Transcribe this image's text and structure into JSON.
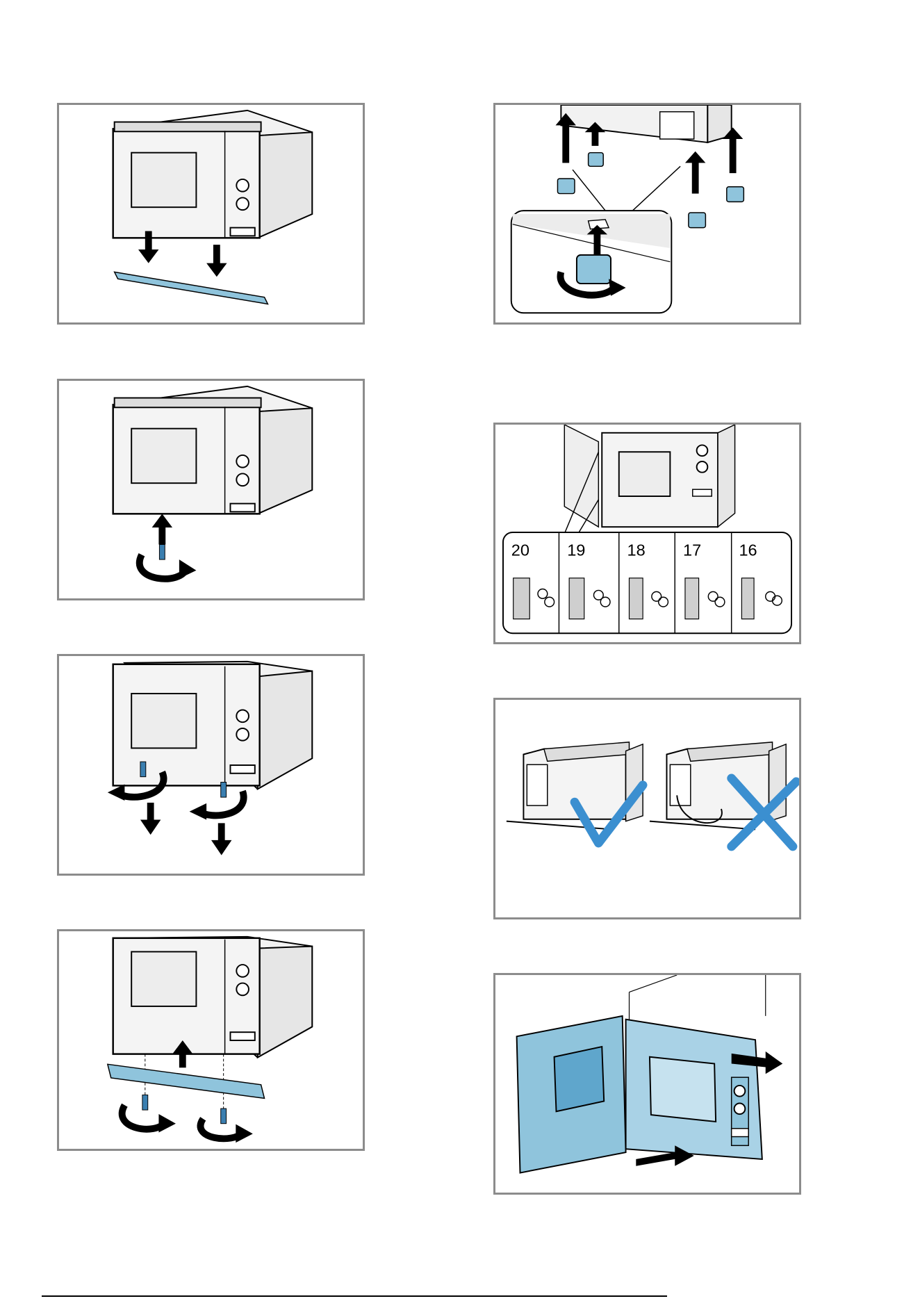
{
  "page": {
    "background": "#ffffff"
  },
  "colors": {
    "accent": "#8fc4dc",
    "accent_dark": "#3b7fb0",
    "frame": "#8c8c8c",
    "check": "#3b8fd0"
  },
  "icons": [
    "microwave-illustration",
    "arrow-down-icon",
    "arrow-up-icon",
    "rotate-arrow-icon",
    "screw-icon",
    "bracket-strip",
    "foot-icon",
    "checkmark-icon",
    "cross-icon",
    "door-open-illustration",
    "arrow-right-icon"
  ],
  "hinge_spacing": {
    "labels": [
      "20",
      "19",
      "18",
      "17",
      "16"
    ]
  }
}
